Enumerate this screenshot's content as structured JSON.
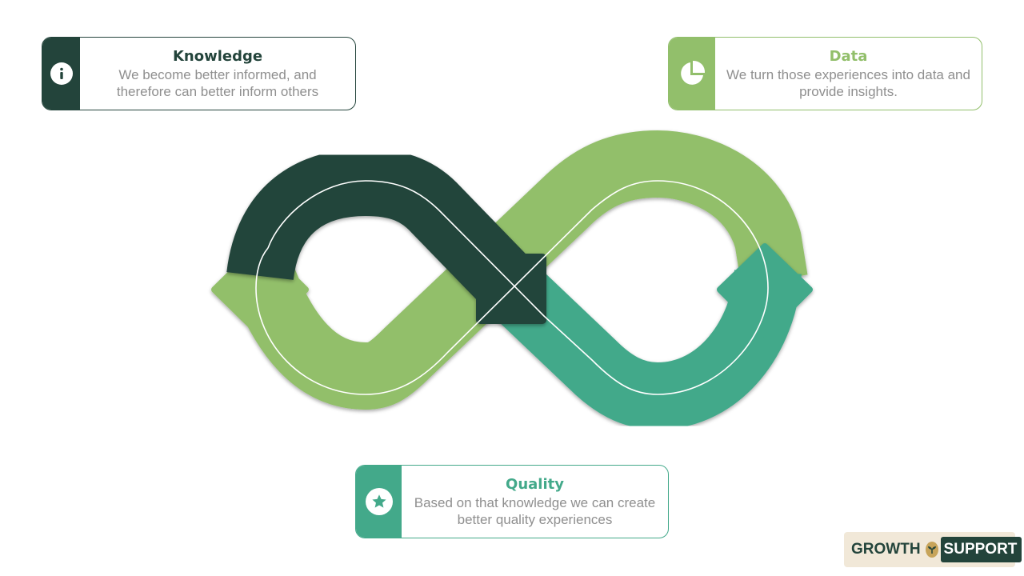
{
  "cards": {
    "knowledge": {
      "title": "Knowledge",
      "description": "We become better informed, and therefore can better inform others",
      "icon": "info-icon",
      "color": "#23443b"
    },
    "data": {
      "title": "Data",
      "description": "We turn those experiences into data and provide insights.",
      "icon": "pie-chart-icon",
      "color": "#92bf6b"
    },
    "quality": {
      "title": "Quality",
      "description": "Based on that knowledge we can create better quality experiences",
      "icon": "star-icon",
      "color": "#43a98a"
    }
  },
  "diagram": {
    "shape": "infinity-loop",
    "segments": [
      {
        "segment": "knowledge",
        "color": "#23443b"
      },
      {
        "segment": "data",
        "color": "#92bf6b"
      },
      {
        "segment": "quality",
        "color": "#43a98a"
      }
    ]
  },
  "logo": {
    "part1": "GROWTH",
    "part2": "SUPPORT",
    "icon": "seed-icon",
    "colors": {
      "dark": "#23443b",
      "background": "#f1e8d8",
      "accent": "#c7a45a"
    }
  }
}
